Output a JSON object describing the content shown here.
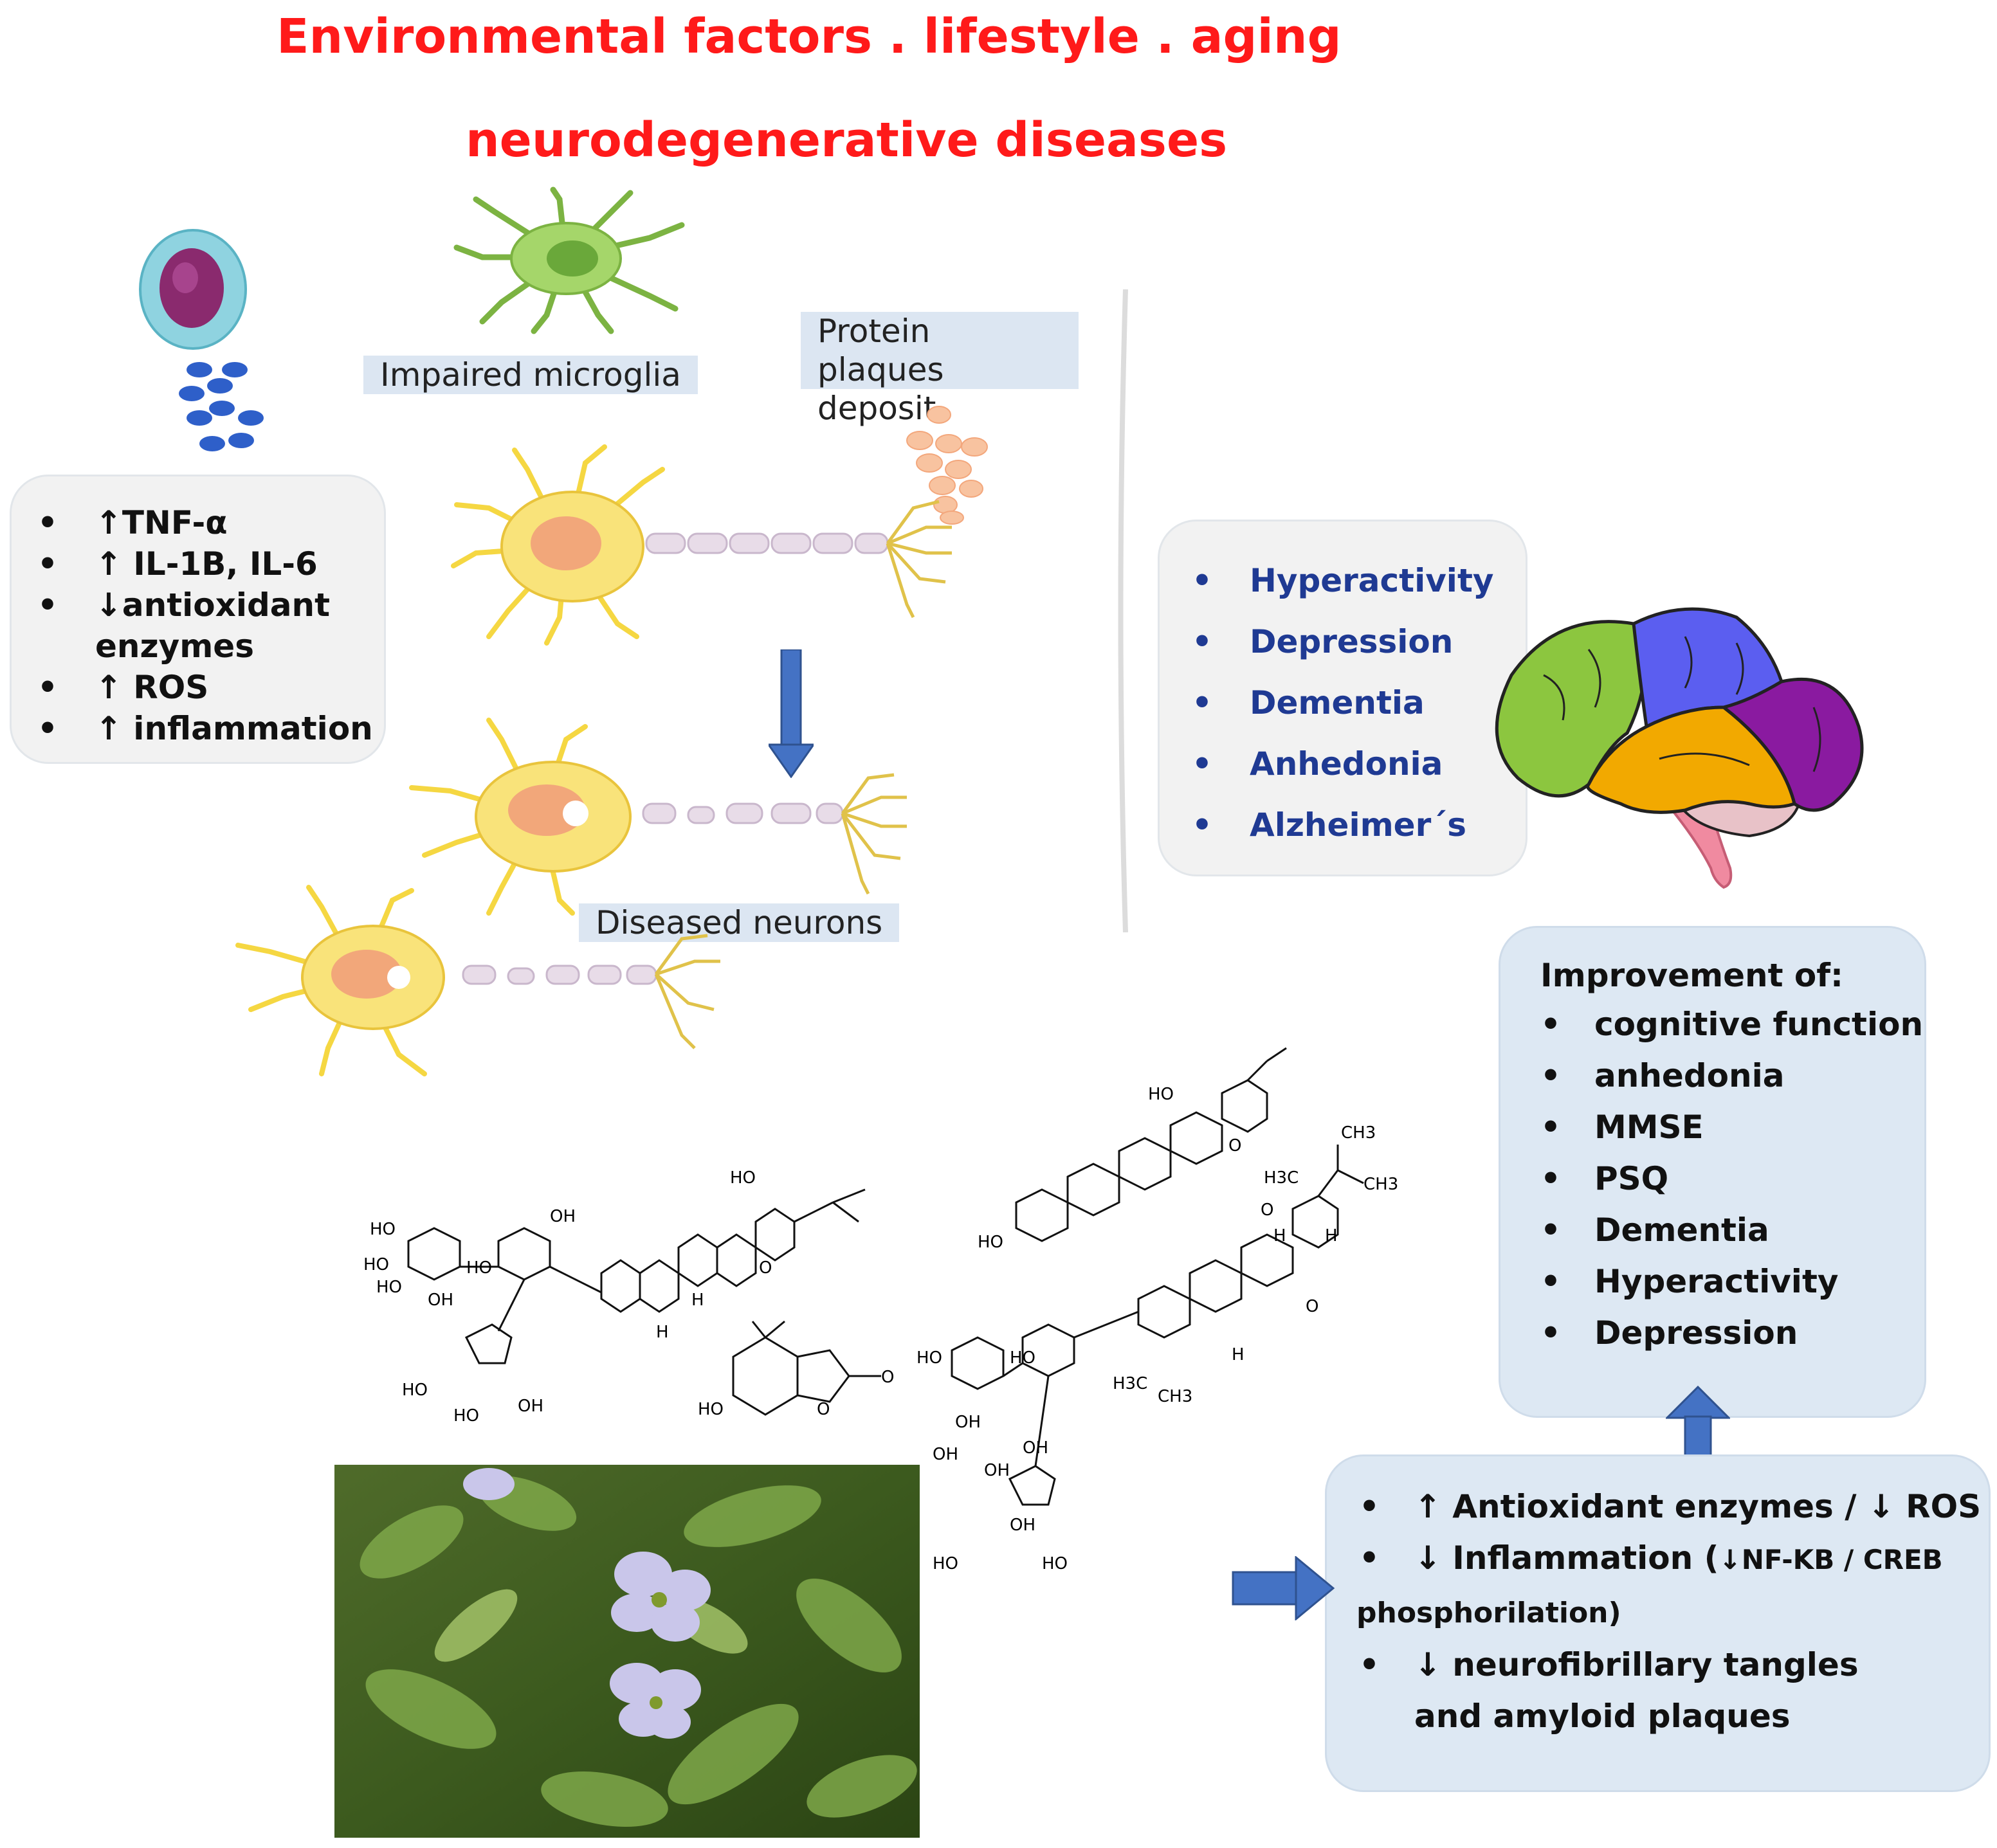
{
  "header": {
    "title_line1": "Environmental factors . lifestyle . aging",
    "title_line2": "neurodegenerative diseases"
  },
  "labels": {
    "impaired_microglia": "Impaired microglia",
    "protein_plaques": "Protein plaques deposit",
    "diseased_neurons": "Diseased neurons"
  },
  "inflammation_box": {
    "items": [
      "↑TNF-α",
      "↑ IL-1B, IL-6",
      "↓antioxidant enzymes",
      "↑ ROS",
      "↑ inflammation"
    ]
  },
  "symptoms_box": {
    "items": [
      "Hyperactivity",
      "Depression",
      "Dementia",
      "Anhedonia",
      "Alzheimer´s"
    ]
  },
  "improvement_box": {
    "heading": "Improvement of:",
    "items": [
      "cognitive function",
      "anhedonia",
      "MMSE",
      "PSQ",
      "Dementia",
      "Hyperactivity",
      "Depression"
    ]
  },
  "effects_box": {
    "item1": "↑ Antioxidant enzymes / ↓ ROS",
    "item2_main": "↓ Inflammation (",
    "item2_small": "↓NF-KB / CREB",
    "item2_tail": "phosphorilation)",
    "item3": "↓ neurofibrillary tangles and amyloid plaques"
  },
  "chem_labels": {
    "HO": "HO",
    "OH": "OH",
    "O": "O",
    "H": "H",
    "H3C": "H3C",
    "CH3": "CH3"
  },
  "colors": {
    "title_red": "#ff1a1a",
    "arrow_blue": "#4472c4",
    "navy_text": "#1f3a93",
    "gray_box": "#f2f2f2",
    "blue_box": "#dde8f3",
    "brain_green": "#8cc63f",
    "brain_blue": "#5b5ef0",
    "brain_purple": "#8a1aa0",
    "brain_orange": "#f2a900"
  }
}
